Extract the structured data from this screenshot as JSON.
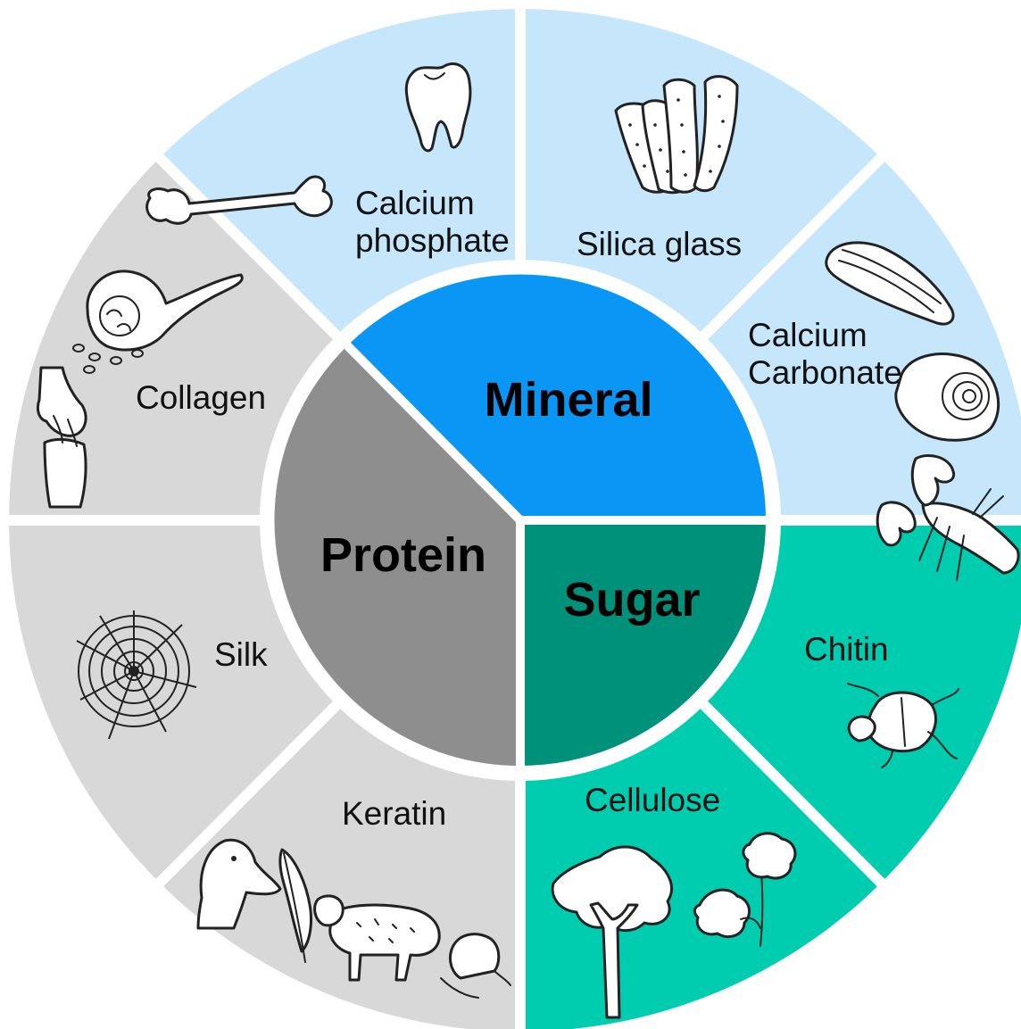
{
  "categories": {
    "mineral": {
      "label": "Mineral",
      "hub_color": "#0a96f5",
      "segment_color": "#c6e6fb"
    },
    "protein": {
      "label": "Protein",
      "hub_color": "#8e8e8e",
      "segment_color": "#d8d8d8"
    },
    "sugar": {
      "label": "Sugar",
      "hub_color": "#00917a",
      "segment_color": "#00cdb0"
    }
  },
  "segments": {
    "calcium_phosphate": {
      "line1": "Calcium",
      "line2": "phosphate",
      "icons": [
        "tooth-icon",
        "bone-icon"
      ]
    },
    "silica_glass": {
      "label": "Silica glass",
      "icons": [
        "sea-sponge-icon"
      ]
    },
    "calcium_carbonate": {
      "line1": "Calcium",
      "line2": "Carbonate",
      "icons": [
        "mussel-shell-icon",
        "snail-shell-icon"
      ]
    },
    "chitin": {
      "label": "Chitin",
      "icons": [
        "lobster-icon",
        "beetle-icon"
      ]
    },
    "cellulose": {
      "label": "Cellulose",
      "icons": [
        "tree-icon",
        "cotton-plant-icon"
      ]
    },
    "keratin": {
      "label": "Keratin",
      "icons": [
        "duck-head-icon",
        "feather-icon",
        "sheep-icon",
        "fingernail-icon"
      ]
    },
    "silk": {
      "label": "Silk",
      "icons": [
        "spider-web-icon"
      ]
    },
    "collagen": {
      "label": "Collagen",
      "icons": [
        "tendon-cell-icon",
        "knee-joint-icon"
      ]
    }
  }
}
